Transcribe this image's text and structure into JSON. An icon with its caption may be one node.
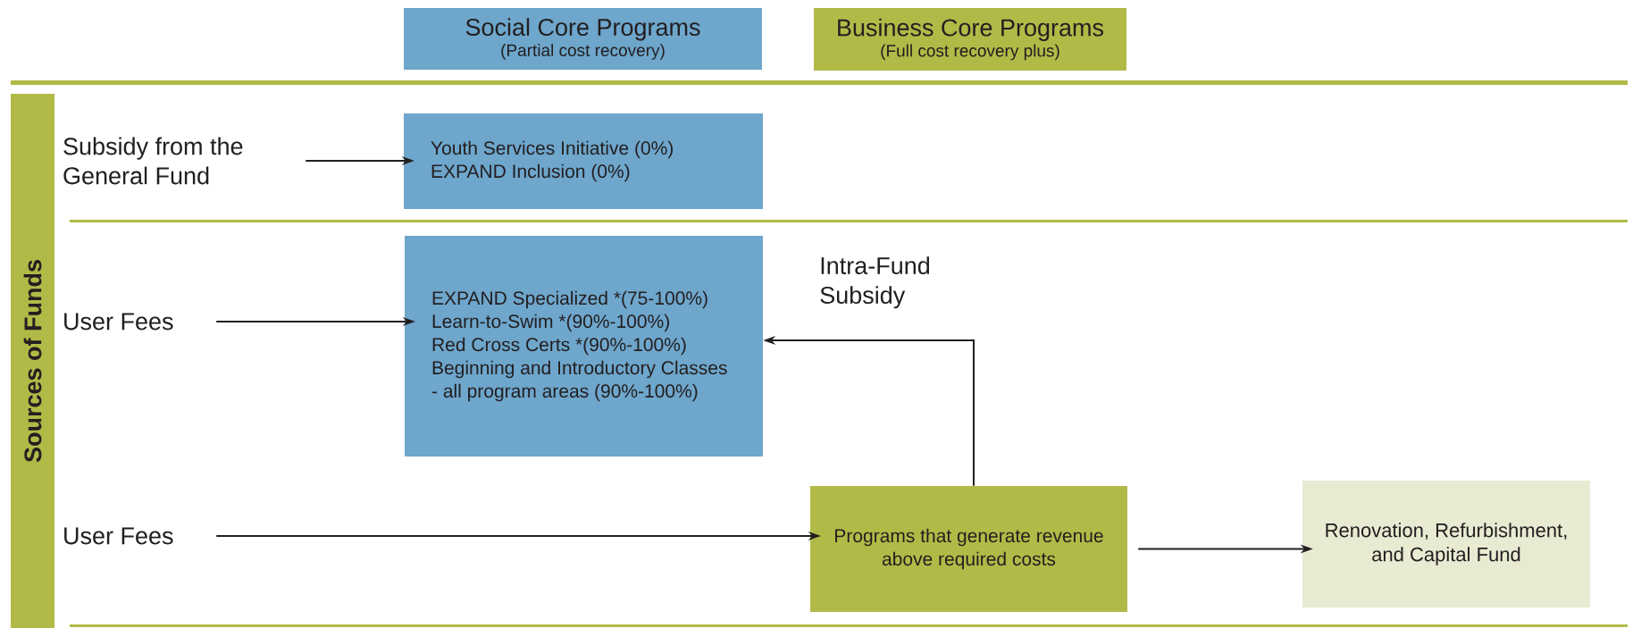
{
  "diagram": {
    "nodes": [
      {
        "text": [
          "Social Core Programs",
          "(Partial cost recovery)"
        ]
      },
      {
        "text": [
          "Business Core Programs",
          "(Full cost recovery plus)"
        ]
      },
      {
        "text": [
          "Sources of Funds"
        ]
      },
      {
        "text": [
          "Subsidy from the General Fund"
        ]
      },
      {
        "text": [
          "Youth Services Initiative (0%)",
          "EXPAND Inclusion (0%)"
        ]
      },
      {
        "text": [
          "User Fees"
        ]
      },
      {
        "text": [
          "EXPAND Specialized *(75-100%)",
          "Learn-to-Swim *(90%-100%)",
          "Red Cross Certs *(90%-100%)",
          "Beginning and Introductory Classes - all program areas (90%-100%)"
        ]
      },
      {
        "text": [
          "User Fees"
        ]
      },
      {
        "text": [
          "Programs that generate revenue above required costs"
        ]
      },
      {
        "text": [
          "Renovation, Refurbishment, and Capital Fund"
        ]
      }
    ],
    "edges": [
      {
        "from": 3,
        "to": 4,
        "arrow": "to"
      },
      {
        "from": 5,
        "to": 6,
        "arrow": "to"
      },
      {
        "from": 7,
        "to": 8,
        "arrow": "to"
      },
      {
        "from": 8,
        "to": 6,
        "arrow": "to",
        "label": "Intra-Fund Subsidy"
      },
      {
        "from": 8,
        "to": 9,
        "arrow": "to"
      }
    ]
  }
}
